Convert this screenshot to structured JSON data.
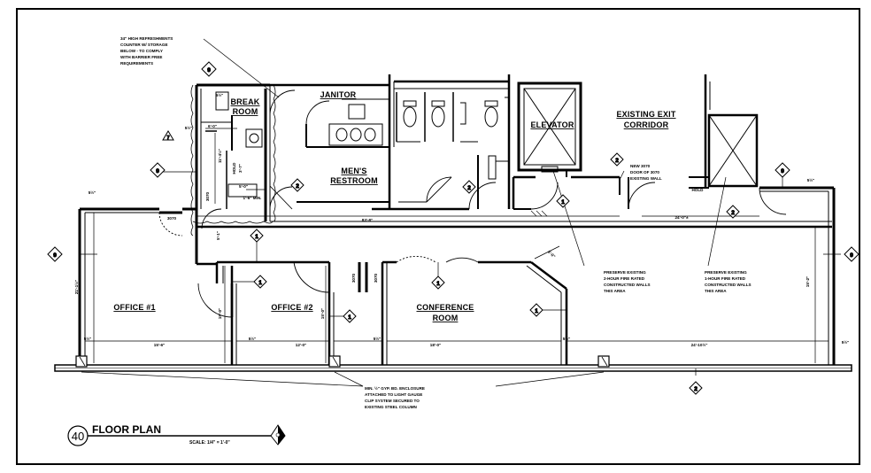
{
  "rooms": {
    "break_room": [
      "BREAK",
      "ROOM"
    ],
    "janitor": "JANITOR",
    "mens_restroom": [
      "MEN'S",
      "RESTROOM"
    ],
    "elevator": "ELEVATOR",
    "exit_corridor": [
      "EXISTING EXIT",
      "CORRIDOR"
    ],
    "office1": "OFFICE #1",
    "office2": "OFFICE #2",
    "conference": [
      "CONFERENCE",
      "ROOM"
    ]
  },
  "notes": {
    "counter": [
      "34\" HIGH REFRESHMENTS",
      "COUNTER W/ STORAGE",
      "BELOW - TO COMPLY",
      "WITH BARRIER FREE",
      "REQUIREMENTS"
    ],
    "new_door": [
      "NEW 3070",
      "DOOR OF 3070",
      "EXISTING WALL"
    ],
    "preserve1": [
      "PRESERVE EXISTING",
      "2-HOUR FIRE RATED",
      "CONSTRUCTED WALLS",
      "THIS AREA"
    ],
    "preserve2": [
      "PRESERVE EXISTING",
      "1-HOUR FIRE RATED",
      "CONSTRUCTED WALLS",
      "THIS AREA"
    ],
    "column": [
      "MIN. ½\" GYP. BD. ENCLOSURE",
      "ATTACHED TO LIGHT GAUGE",
      "CLIP SYSTEM SECURED TO",
      "EXISTING STEEL COLUMN"
    ]
  },
  "dimensions": {
    "corridor": "83'-8\"",
    "corridor_right": "24'-0\"±",
    "office1_w": "15'-6\"",
    "office2_w": "12'-0\"",
    "conference_w": "18'-0\"",
    "east_w": "24'-10½\"",
    "wall_small": "5½\"",
    "office_depth": "21'-1½\"",
    "east_depth": "15'-2\"",
    "room_depth": "15'-0\"",
    "angled_wall": "6'-0\"",
    "break_w": "6'-0\"",
    "break_depth": "11'-4½\"",
    "breakroom_side": "5'-1\"",
    "counter_w": "5'-0\"",
    "counter_min": "1'-6\" MIN.",
    "hold_a": "HOLD",
    "hold_b": "3'-7\"",
    "door_tag": "3070"
  },
  "tags": {
    "t1": "1",
    "t2": "2",
    "t7": "7",
    "t9": "9"
  },
  "title": {
    "number": "40",
    "name": "FLOOR PLAN",
    "scale": "SCALE: 1/4\" = 1'-0\""
  }
}
